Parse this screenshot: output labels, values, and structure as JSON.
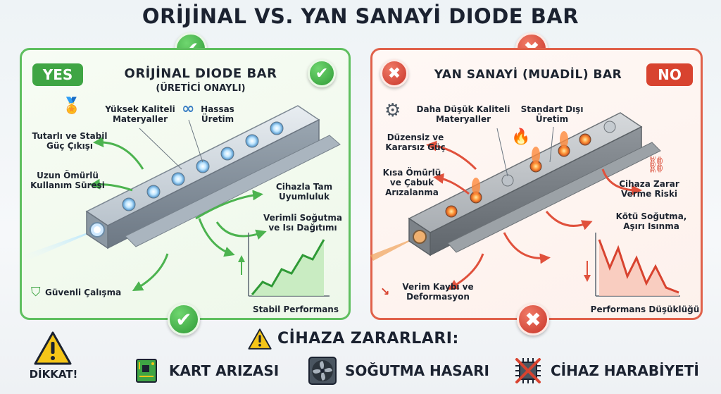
{
  "title": "ORİJİNAL VS. YAN SANAYİ DIODE BAR",
  "original": {
    "tag": "YES",
    "title": "ORİJİNAL DIODE BAR",
    "subtitle": "(ÜRETİCİ ONAYLI)",
    "labels": {
      "consistent_power": "Tutarlı ve Stabil\nGüç Çıkışı",
      "high_quality": "Yüksek Kaliteli\nMateryaller",
      "precise": "Hassas\nÜretim",
      "long_life": "Uzun Ömürlü\nKullanım Süresi",
      "compatible": "Cihazla Tam\nUyumluluk",
      "cooling": "Verimli Soğutma\nve Isı Dağıtımı",
      "safe": "Güvenli Çalışma",
      "performance": "Stabil Performans"
    }
  },
  "aftermarket": {
    "tag": "NO",
    "title": "YAN SANAYİ (MUADİL) BAR",
    "labels": {
      "low_quality": "Daha Düşük Kaliteli\nMateryaller",
      "nonstandard": "Standart Dışı\nÜretim",
      "irregular_power": "Düzensiz ve\nKararsız Güç",
      "short_life": "Kısa Ömürlü\nve Çabuk\nArızalanma",
      "damage_risk": "Cihaza Zarar\nVerme Riski",
      "bad_cooling": "Kötü Soğutma,\nAşırı Isınma",
      "efficiency_loss": "Verim Kaybı ve\nDeformasyon",
      "performance": "Performans Düşüklüğü"
    }
  },
  "warning": {
    "label": "DİKKAT!",
    "title": "CİHAZA ZARARLARI:",
    "items": [
      {
        "label": "KART ARIZASI",
        "icon": "circuit-board-icon"
      },
      {
        "label": "SOĞUTMA HASARI",
        "icon": "fan-icon"
      },
      {
        "label": "CİHAZ HARABİYETİ",
        "icon": "broken-chip-icon"
      }
    ]
  },
  "colors": {
    "good": "#3fa544",
    "bad": "#d8432f",
    "warning": "#f5c518"
  }
}
